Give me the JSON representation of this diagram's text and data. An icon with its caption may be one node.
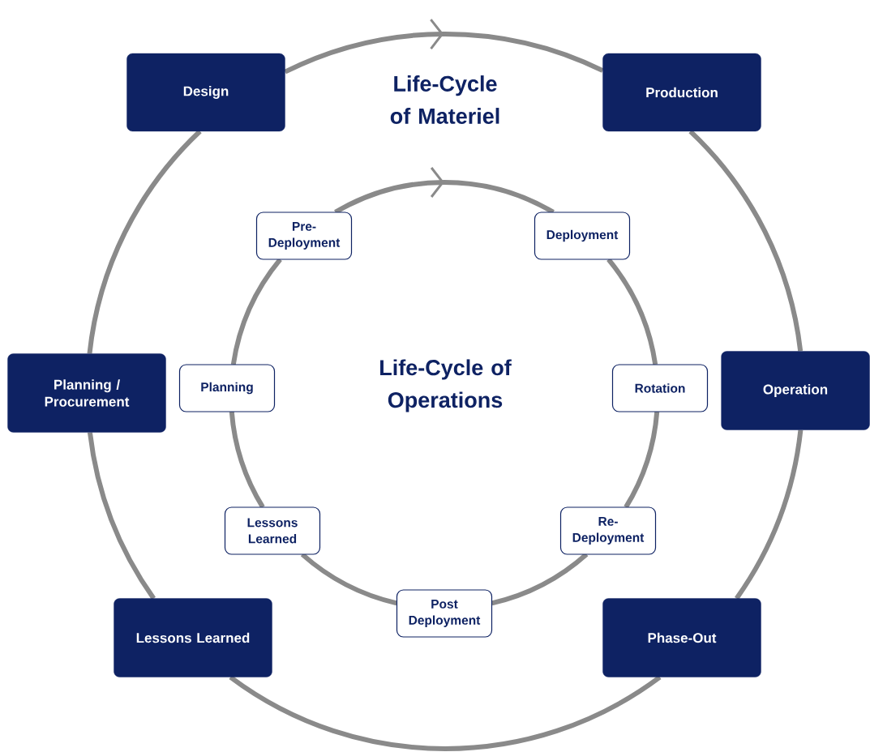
{
  "diagram": {
    "nodes": [
      {
        "text": [
          "Design"
        ]
      },
      {
        "text": [
          "Production"
        ]
      },
      {
        "text": [
          "Pre-Deployment"
        ]
      },
      {
        "text": [
          "Deployment"
        ]
      },
      {
        "text": [
          "Planning / Procurement"
        ]
      },
      {
        "text": [
          "Planning"
        ]
      },
      {
        "text": [
          "Rotation"
        ]
      },
      {
        "text": [
          "Operation"
        ]
      },
      {
        "text": [
          "Lessons Learned"
        ]
      },
      {
        "text": [
          "Re-Deployment"
        ]
      },
      {
        "text": [
          "Post Deployment"
        ]
      },
      {
        "text": [
          "Lessons Learned"
        ]
      },
      {
        "text": [
          "Phase-Out"
        ]
      }
    ],
    "edges": [
      {
        "from": 0,
        "to": 1,
        "arrow": "to"
      },
      {
        "from": 1,
        "to": 7,
        "arrow": "none"
      },
      {
        "from": 7,
        "to": 12,
        "arrow": "none"
      },
      {
        "from": 12,
        "to": 11,
        "arrow": "none"
      },
      {
        "from": 11,
        "to": 4,
        "arrow": "none"
      },
      {
        "from": 4,
        "to": 0,
        "arrow": "none"
      },
      {
        "from": 2,
        "to": 3,
        "arrow": "to"
      },
      {
        "from": 3,
        "to": 6,
        "arrow": "none"
      },
      {
        "from": 6,
        "to": 9,
        "arrow": "none"
      },
      {
        "from": 9,
        "to": 10,
        "arrow": "none"
      },
      {
        "from": 10,
        "to": 8,
        "arrow": "none"
      },
      {
        "from": 8,
        "to": 5,
        "arrow": "none"
      },
      {
        "from": 5,
        "to": 2,
        "arrow": "none"
      }
    ],
    "labels": [
      "Life-Cycle of Materiel",
      "Life-Cycle of Operations"
    ]
  }
}
